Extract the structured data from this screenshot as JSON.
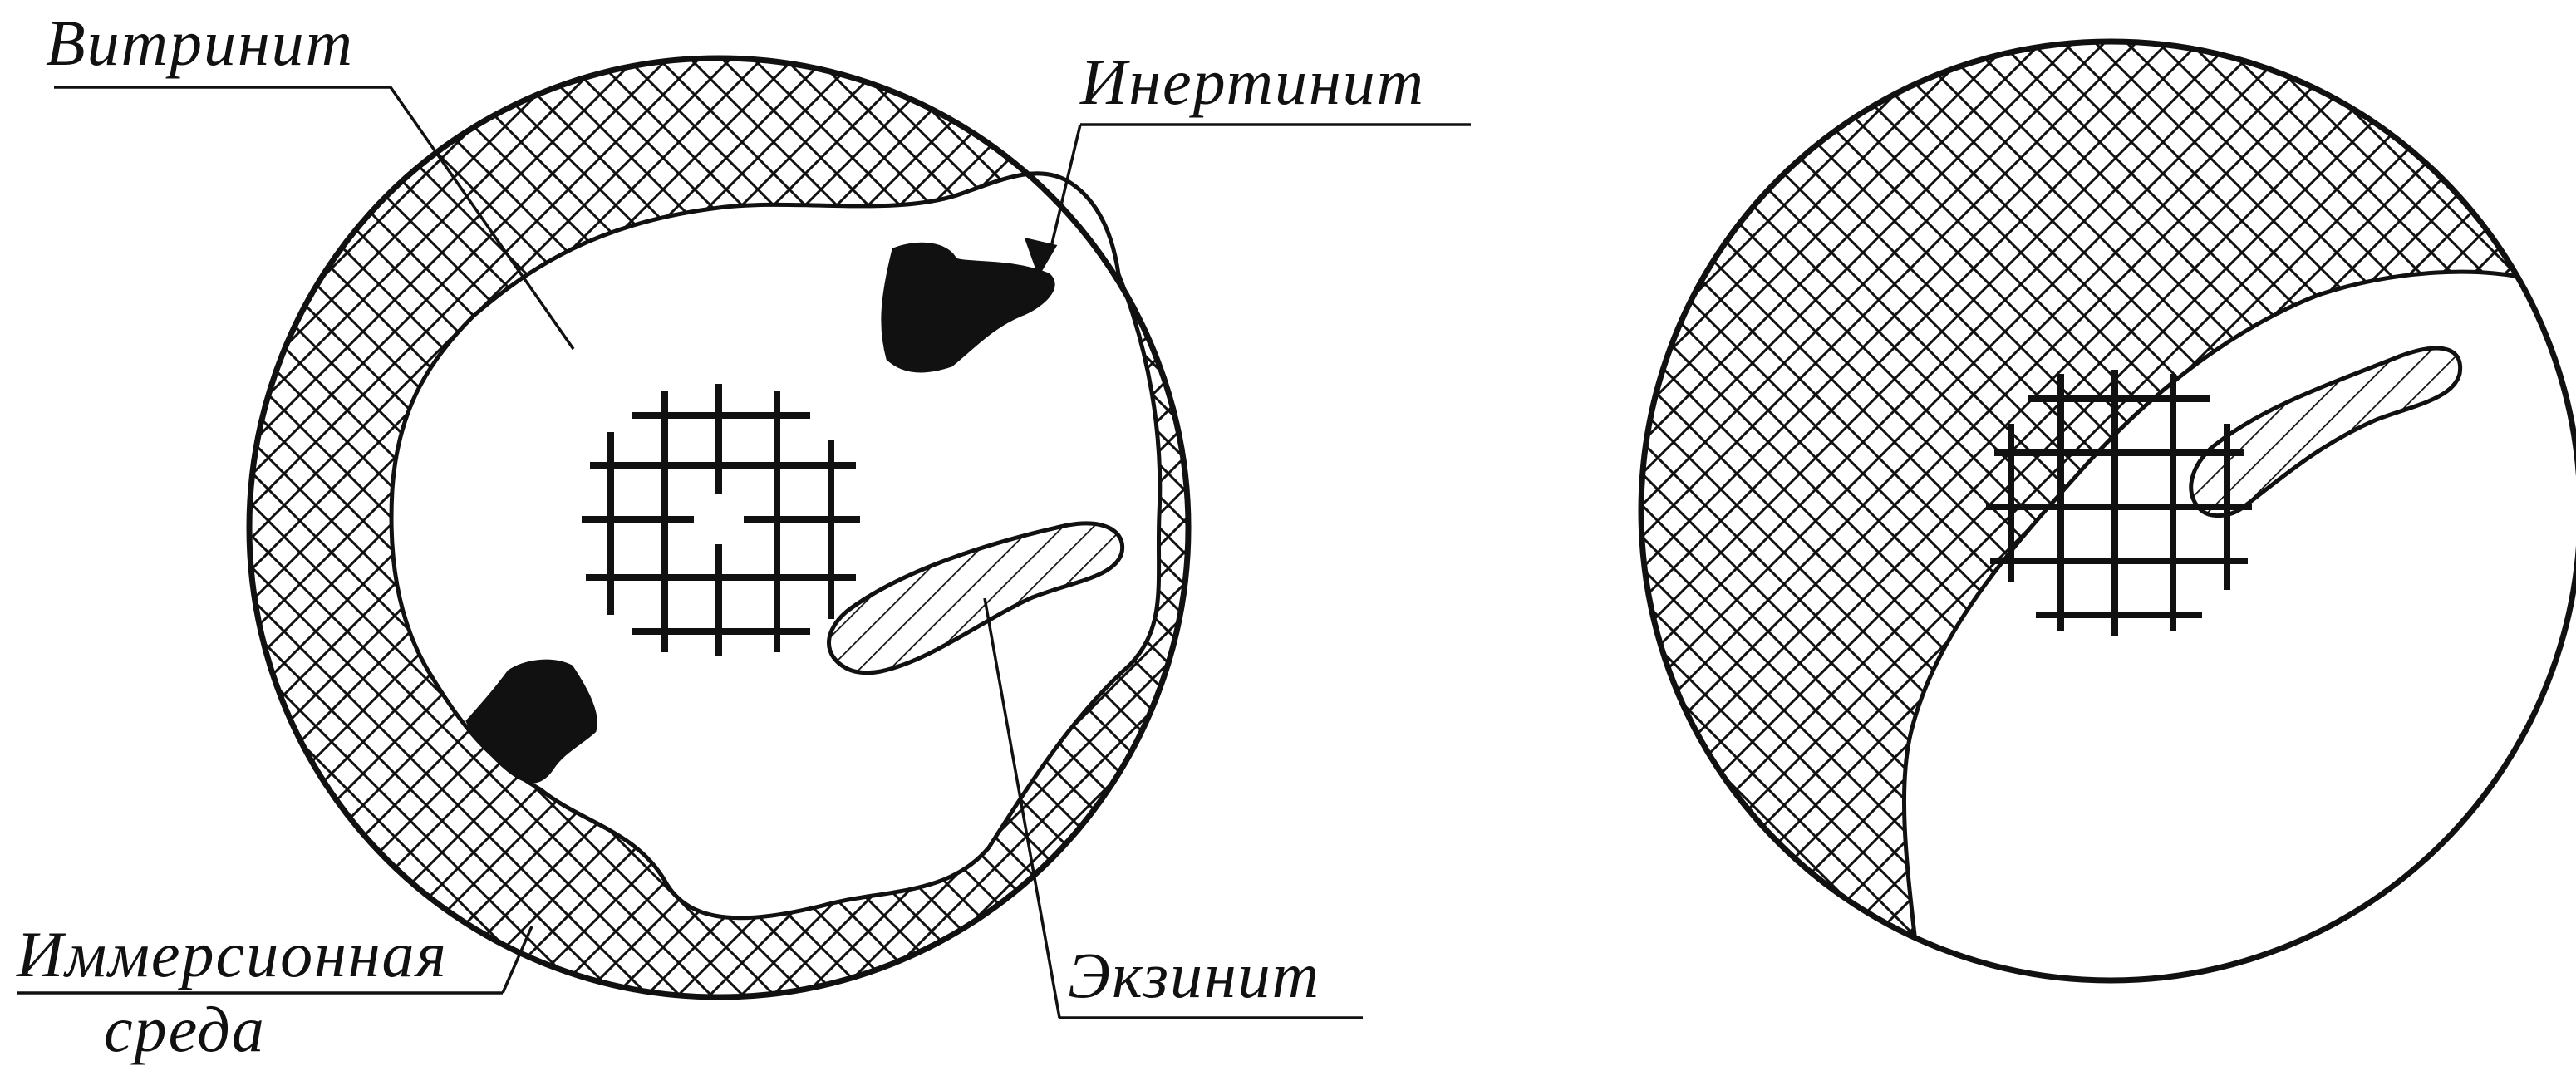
{
  "labels": {
    "vitrinite": "Витринит",
    "inertinite": "Инертинит",
    "immersion_medium_line1": "Иммерсионная",
    "immersion_medium_line2": "среда",
    "exinite": "Экзинит"
  },
  "colors": {
    "ink": "#111111",
    "paper": "#ffffff"
  }
}
